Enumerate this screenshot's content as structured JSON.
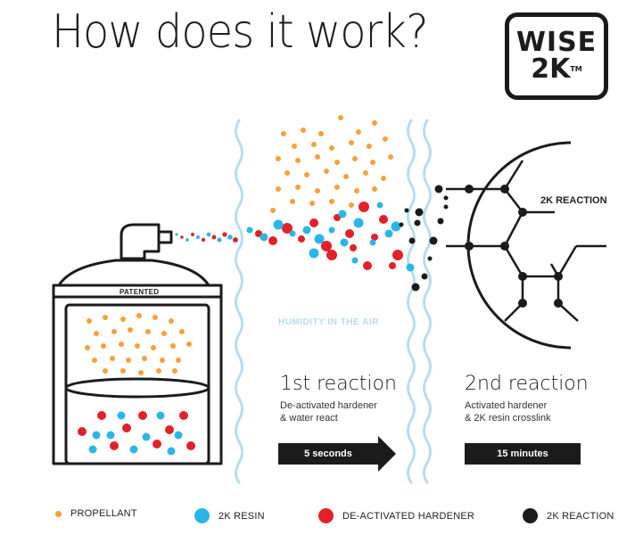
{
  "header": {
    "title": "How does it work?"
  },
  "logo": {
    "line1": "WISE",
    "line2": "2K",
    "trademark": "TM"
  },
  "can": {
    "label": "PATENTED"
  },
  "humidity_label": "HUMIDITY IN THE AIR",
  "reaction1": {
    "title": "1st reaction",
    "line1": "De-activated hardener",
    "line2": "& water react",
    "duration": "5 seconds"
  },
  "reaction2": {
    "title": "2nd reaction",
    "line1": "Activated hardener",
    "line2": "& 2K resin crosslink",
    "duration": "15 minutes"
  },
  "reaction_label": "2K REACTION",
  "legend": [
    {
      "label": "PROPELLANT",
      "color": "#f3a23b"
    },
    {
      "label": "2K RESIN",
      "color": "#2cb5e8"
    },
    {
      "label": "DE-ACTIVATED HARDENER",
      "color": "#e3212b"
    },
    {
      "label": "2K REACTION",
      "color": "#1b1b1b"
    }
  ],
  "colors": {
    "propellant": "#f3a23b",
    "resin": "#2cb5e8",
    "hardener": "#e3212b",
    "reaction": "#1b1b1b",
    "humidity": "#b8dcef"
  }
}
